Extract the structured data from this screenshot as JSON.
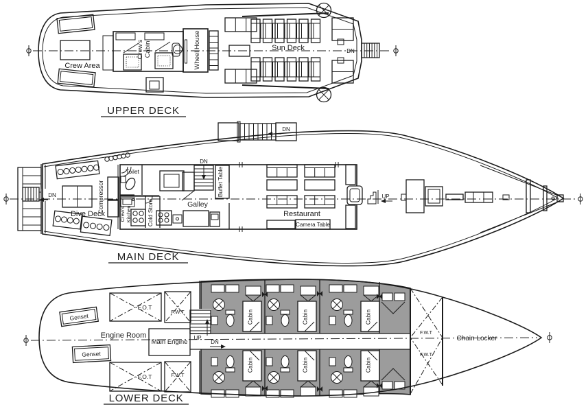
{
  "drawing": {
    "type": "boat general arrangement deck plans",
    "line_color": "#1b1b1b",
    "cabin_block_fill": "#9c9c9c"
  },
  "upper_deck": {
    "title": "UPPER DECK",
    "crew_area": "Crew Area",
    "crews_cabin": {
      "line1": "Crew's",
      "line2": "Cabin"
    },
    "wheel_house": "Wheel House",
    "sun_deck": "Sun Deck",
    "stairs_dn": "DN"
  },
  "main_deck": {
    "title": "MAIN DECK",
    "upper_stairs_dn": "DN",
    "stern_dn": "DN",
    "dive_deck": "Dive Deck",
    "compressor": "Compressor",
    "toilet": "Toilet",
    "crews_kitchen": {
      "line1": "Crew's",
      "line2": "Kitchen"
    },
    "cold_store": "Cold Store",
    "galley_stairs_dn": "DN",
    "buffet_table": "Buffet Table",
    "galley": "Galley",
    "restaurant": "Restaurant",
    "camera_table": "Camera Table",
    "bow_stairs_up": "UP"
  },
  "lower_deck": {
    "title": "LOWER DECK",
    "engine_room": "Engine Room",
    "genset_top": "Genset",
    "genset_bottom": "Genset",
    "fot_top": "F.O.T",
    "fot_bottom": "F.O.T",
    "fwt_top": "F.W.T",
    "fwt_bottom": "F.W.T",
    "main_engine": "Main Engine",
    "stairs_up": "UP",
    "corridor_dn": "DN",
    "cabins": [
      "Cabin",
      "Cabin",
      "Cabin",
      "Cabin",
      "Cabin",
      "Cabin"
    ],
    "fwt_bow_top": "F.W.T",
    "fwt_bow_bottom": "F.W.T",
    "chain_locker": "Chain Locker"
  }
}
